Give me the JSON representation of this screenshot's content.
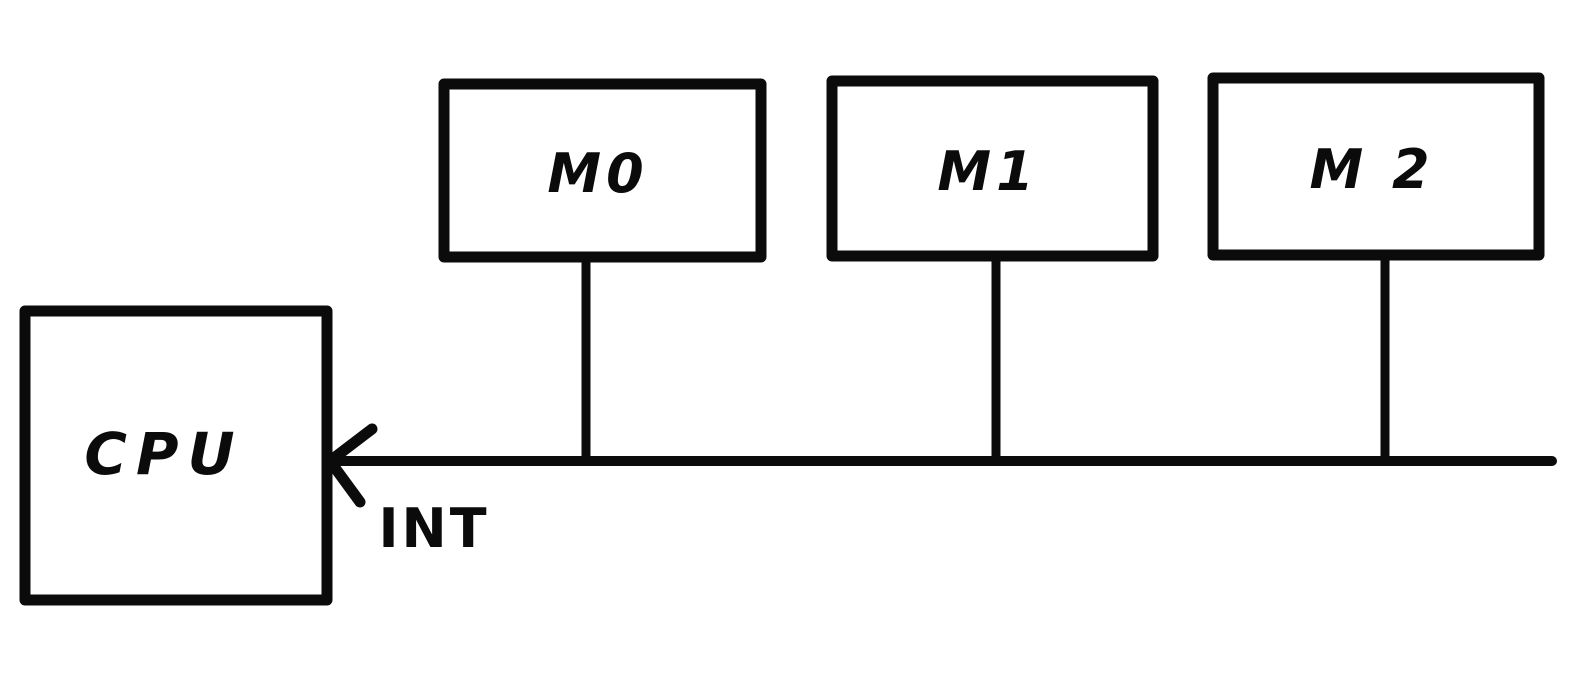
{
  "page": {
    "title": "Hand-drawn CPU interrupt bus diagram",
    "colors": {
      "ink": "#0b0b0b",
      "background": "#ffffff"
    }
  },
  "diagram": {
    "cpu": {
      "label": "CPU"
    },
    "modules": [
      {
        "label": "M0"
      },
      {
        "label": "M1"
      },
      {
        "label": "M 2"
      }
    ],
    "bus": {
      "interrupt_label": "INT"
    }
  }
}
